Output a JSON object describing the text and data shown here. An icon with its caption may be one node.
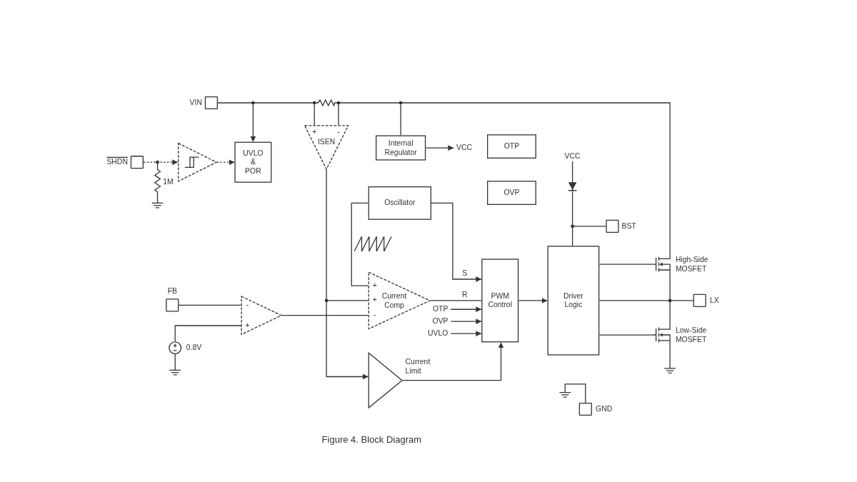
{
  "diagram": {
    "caption": "Figure 4. Block Diagram",
    "nodes": [
      {
        "text": [],
        "shape": "box",
        "beside": [
          "VIN"
        ]
      },
      {
        "text": [],
        "shape": "box",
        "beside": [
          "SHDN"
        ]
      },
      {
        "text": [],
        "shape": "triangle"
      },
      {
        "text": [
          "UVLO & POR"
        ]
      },
      {
        "text": [
          "ISEN"
        ]
      },
      {
        "text": [
          "Internal Regulator"
        ]
      },
      {
        "text": [
          "VCC"
        ]
      },
      {
        "text": [
          "OTP"
        ]
      },
      {
        "text": [
          "OVP"
        ]
      },
      {
        "text": [
          "VCC"
        ]
      },
      {
        "text": [],
        "shape": "box",
        "beside": [
          "BST"
        ]
      },
      {
        "text": [
          "Oscillator"
        ]
      },
      {
        "text": [
          "Current Comp"
        ]
      },
      {
        "text": [
          "OTP"
        ]
      },
      {
        "text": [
          "OVP"
        ]
      },
      {
        "text": [
          "UVLO"
        ]
      },
      {
        "text": [
          "PWM Control"
        ]
      },
      {
        "text": [
          "Driver Logic"
        ]
      },
      {
        "text": [],
        "shape": "transistor",
        "beside": [
          "High-Side MOSFET"
        ]
      },
      {
        "text": [],
        "shape": "box",
        "beside": [
          "LX"
        ]
      },
      {
        "text": [],
        "shape": "transistor",
        "beside": [
          "Low-Side MOSFET"
        ]
      },
      {
        "text": [],
        "shape": "box",
        "beside": [
          "FB"
        ]
      },
      {
        "text": [],
        "shape": "triangle"
      },
      {
        "text": [],
        "shape": "circle",
        "beside": [
          "0.8V"
        ]
      },
      {
        "text": [],
        "shape": "triangle",
        "beside": [
          "Current Limit"
        ]
      },
      {
        "text": [],
        "shape": "box",
        "beside": [
          "GND"
        ]
      },
      {
        "text": [],
        "shape": "diode"
      }
    ],
    "edges": [
      {
        "from": 0,
        "to": 3,
        "arrow": "to"
      },
      {
        "from": 0,
        "to": 4,
        "arrow": "none"
      },
      {
        "from": 0,
        "to": 4,
        "arrow": "none"
      },
      {
        "from": 0,
        "to": 5,
        "arrow": "none"
      },
      {
        "from": 0,
        "to": 18,
        "arrow": "none"
      },
      {
        "from": 1,
        "to": 2,
        "arrow": "to",
        "style": "dashed"
      },
      {
        "from": 2,
        "to": 3,
        "arrow": "to",
        "style": "dashed"
      },
      {
        "from": 5,
        "to": 6,
        "arrow": "to"
      },
      {
        "from": 9,
        "to": 26,
        "arrow": "none"
      },
      {
        "from": 10,
        "to": 17,
        "arrow": "none"
      },
      {
        "from": 11,
        "to": 12,
        "arrow": "none"
      },
      {
        "from": 11,
        "to": 16,
        "arrow": "to",
        "label": "S"
      },
      {
        "from": 12,
        "to": 16,
        "arrow": "none",
        "label": "R"
      },
      {
        "from": 13,
        "to": 16,
        "arrow": "to"
      },
      {
        "from": 14,
        "to": 16,
        "arrow": "to"
      },
      {
        "from": 15,
        "to": 16,
        "arrow": "to"
      },
      {
        "from": 16,
        "to": 17,
        "arrow": "to"
      },
      {
        "from": 17,
        "to": 18,
        "arrow": "none"
      },
      {
        "from": 17,
        "to": 19,
        "arrow": "none"
      },
      {
        "from": 17,
        "to": 20,
        "arrow": "none"
      },
      {
        "from": 18,
        "to": 19,
        "arrow": "none"
      },
      {
        "from": 20,
        "to": 19,
        "arrow": "none"
      },
      {
        "from": 21,
        "to": 22,
        "arrow": "none"
      },
      {
        "from": 23,
        "to": 22,
        "arrow": "none"
      },
      {
        "from": 22,
        "to": 12,
        "arrow": "none"
      },
      {
        "from": 4,
        "to": 12,
        "arrow": "none"
      },
      {
        "from": 4,
        "to": 24,
        "arrow": "to"
      },
      {
        "from": 24,
        "to": 16,
        "arrow": "to"
      },
      {
        "from": 26,
        "to": 17,
        "arrow": "none"
      }
    ],
    "labels": [
      "1M",
      "+",
      "-",
      "+",
      "+",
      "-",
      "-",
      "+"
    ]
  }
}
